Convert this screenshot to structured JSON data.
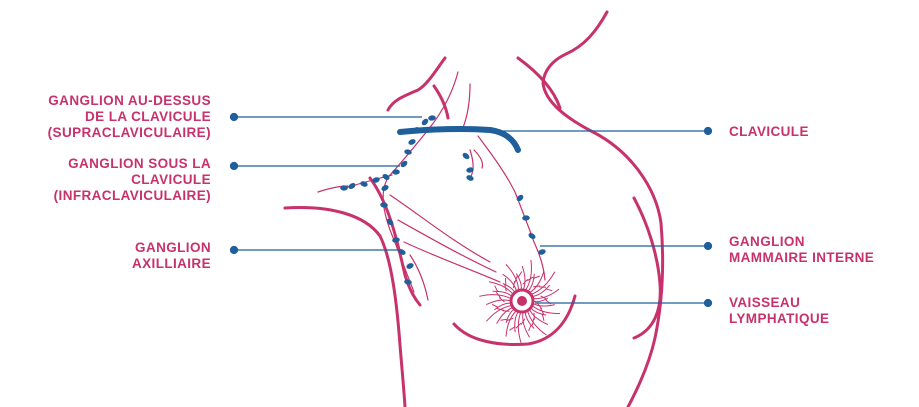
{
  "colors": {
    "outline": "#c8326c",
    "vessel": "#1f5f9b",
    "leader": "#1f5f9b",
    "label": "#c8326c"
  },
  "labels": {
    "supraclavicular": [
      "GANGLION AU-DESSUS",
      "DE LA CLAVICULE",
      "(SUPRACLAVICULAIRE)"
    ],
    "infraclavicular": [
      "GANGLION SOUS LA",
      "CLAVICULE",
      "(INFRACLAVICULAIRE)"
    ],
    "axillary": [
      "GANGLION",
      "AXILLIAIRE"
    ],
    "clavicle": [
      "CLAVICULE"
    ],
    "internal_mammary": [
      "GANGLION",
      "MAMMAIRE INTERNE"
    ],
    "lymphatic_vessel": [
      "VAISSEAU",
      "LYMPHATIQUE"
    ]
  }
}
